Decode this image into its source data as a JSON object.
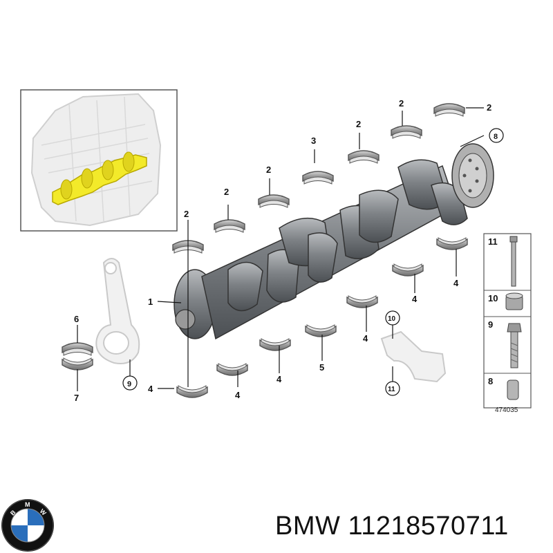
{
  "callouts": {
    "c1": "1",
    "c2": "2",
    "c3": "3",
    "c4": "4",
    "c5": "5",
    "c6": "6",
    "c7": "7",
    "c8": "8",
    "c9": "9",
    "c10": "10",
    "c11": "11"
  },
  "legend": {
    "items": [
      {
        "num": "11",
        "icon": "bolt-long-icon"
      },
      {
        "num": "10",
        "icon": "sleeve-icon"
      },
      {
        "num": "9",
        "icon": "bolt-icon"
      },
      {
        "num": "8",
        "icon": "dowel-pin-icon"
      }
    ],
    "diagram_number": "474035"
  },
  "caption": {
    "brand": "BMW",
    "part_number": "11218570711"
  },
  "logo": {
    "text": "BMW",
    "colors": {
      "blue": "#2a6ebb",
      "white": "#ffffff",
      "black": "#111111"
    }
  },
  "colors": {
    "highlight": "#f3ea2a",
    "crank": "#6b6f73"
  }
}
